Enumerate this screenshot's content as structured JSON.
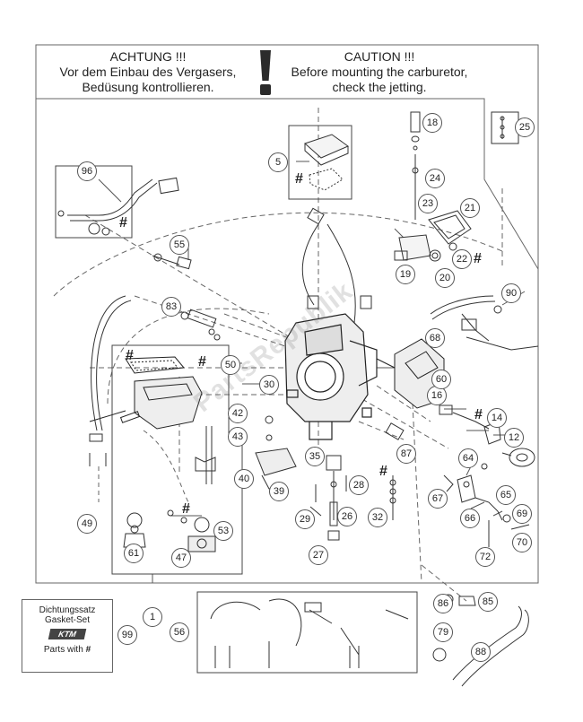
{
  "warning": {
    "german": [
      "ACHTUNG !!!",
      "Vor dem Einbau des Vergasers,",
      "Bedüsung kontrollieren."
    ],
    "english": [
      "CAUTION !!!",
      "Before mounting the carburetor,",
      "check the jetting."
    ]
  },
  "kit": {
    "line1": "Dichtungssatz",
    "line2": "Gasket-Set",
    "logo": "KTM",
    "line3": "Parts with",
    "mark": "#"
  },
  "watermark": "PartsRepublik",
  "callouts": {
    "c1": "1",
    "c5": "5",
    "c12": "12",
    "c14": "14",
    "c16": "16",
    "c18": "18",
    "c19": "19",
    "c20": "20",
    "c21": "21",
    "c22": "22",
    "c23": "23",
    "c24": "24",
    "c25": "25",
    "c26": "26",
    "c27": "27",
    "c28": "28",
    "c29": "29",
    "c30": "30",
    "c32": "32",
    "c35": "35",
    "c39": "39",
    "c40": "40",
    "c42": "42",
    "c43": "43",
    "c47": "47",
    "c49": "49",
    "c50": "50",
    "c53": "53",
    "c55": "55",
    "c56": "56",
    "c60": "60",
    "c61": "61",
    "c64": "64",
    "c65": "65",
    "c66": "66",
    "c67": "67",
    "c68": "68",
    "c69": "69",
    "c70": "70",
    "c72": "72",
    "c79": "79",
    "c83": "83",
    "c85": "85",
    "c86": "86",
    "c87": "87",
    "c88": "88",
    "c90": "90",
    "c96": "96",
    "c99": "99"
  },
  "mark": "#"
}
